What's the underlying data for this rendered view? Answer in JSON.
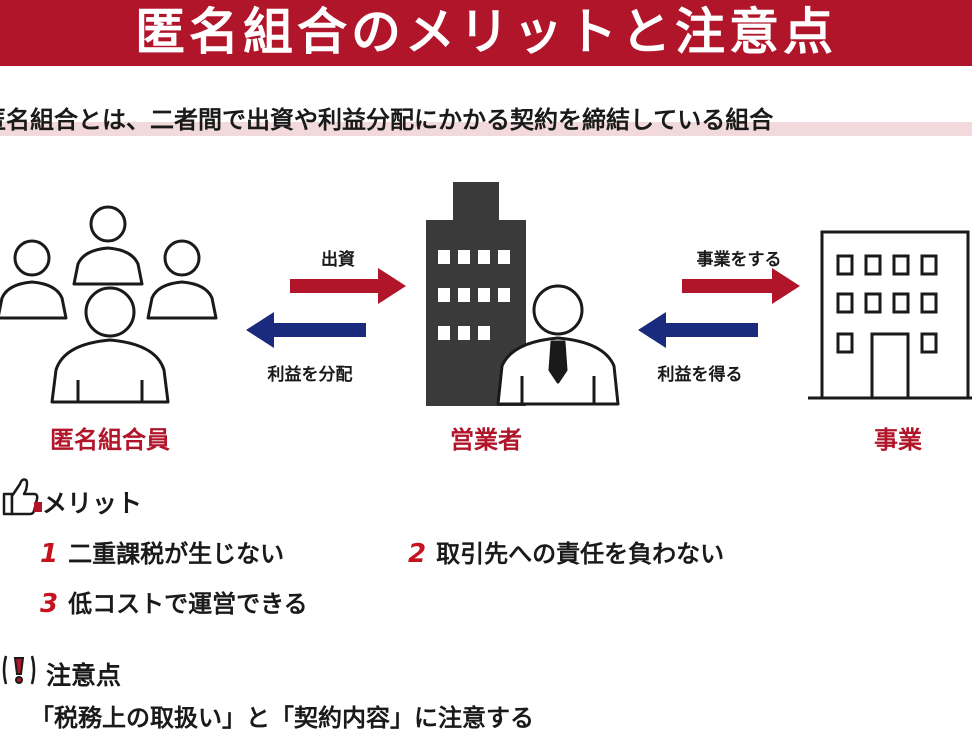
{
  "title": "匿名組合のメリットと注意点",
  "intro": "匿名組合とは、二者間で出資や利益分配にかかる契約を締結している組合",
  "diagram": {
    "nodes": {
      "members": "匿名組合員",
      "operator": "営業者",
      "business": "事業"
    },
    "arrows": {
      "investment": "出資",
      "profit_distribution": "利益を分配",
      "do_business": "事業をする",
      "obtain_profit": "利益を得る"
    }
  },
  "merits": {
    "heading": "メリット",
    "items": [
      {
        "num": "1",
        "text": "二重課税が生じない"
      },
      {
        "num": "2",
        "text": "取引先への責任を負わない"
      },
      {
        "num": "3",
        "text": "低コストで運営できる"
      }
    ]
  },
  "cautions": {
    "heading": "注意点",
    "text": "「税務上の取扱い」と「契約内容」に注意する"
  },
  "colors": {
    "red": "#b0152a",
    "arrow_red": "#b0152a",
    "arrow_blue": "#1a2a7c",
    "building_dark": "#3a3a3a"
  }
}
